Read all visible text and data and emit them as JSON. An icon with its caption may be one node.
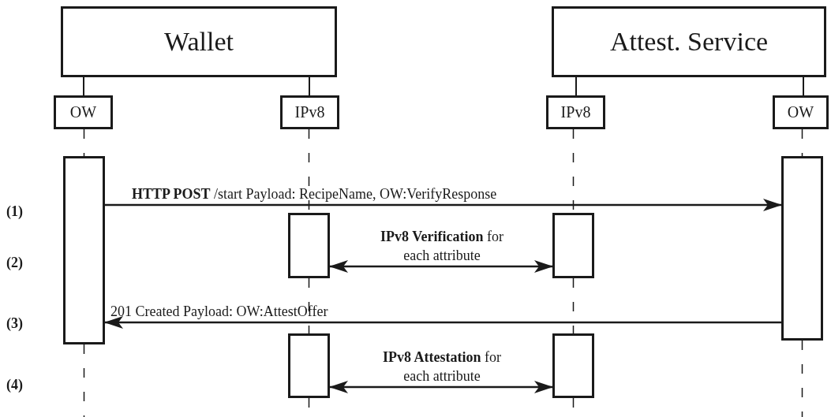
{
  "diagram": {
    "nodes": [
      {
        "text": [
          "Wallet"
        ]
      },
      {
        "text": [
          "Attest. Service"
        ]
      },
      {
        "text": [
          "OW"
        ]
      },
      {
        "text": [
          "IPv8"
        ]
      },
      {
        "text": [
          "IPv8"
        ]
      },
      {
        "text": [
          "OW"
        ]
      },
      {
        "text": [],
        "shape": "bar"
      },
      {
        "text": [],
        "shape": "bar"
      },
      {
        "text": [],
        "shape": "bar"
      },
      {
        "text": [],
        "shape": "bar"
      },
      {
        "text": [],
        "shape": "bar"
      },
      {
        "text": [],
        "shape": "bar"
      }
    ],
    "edges": [
      {
        "from": 0,
        "to": 2,
        "arrow": "none"
      },
      {
        "from": 0,
        "to": 3,
        "arrow": "none"
      },
      {
        "from": 1,
        "to": 4,
        "arrow": "none"
      },
      {
        "from": 1,
        "to": 5,
        "arrow": "none"
      },
      {
        "from": 2,
        "to": 6,
        "arrow": "none",
        "style": "dashed"
      },
      {
        "from": 3,
        "to": 7,
        "arrow": "none",
        "style": "dashed"
      },
      {
        "from": 4,
        "to": 8,
        "arrow": "none",
        "style": "dashed"
      },
      {
        "from": 5,
        "to": 9,
        "arrow": "none",
        "style": "dashed"
      },
      {
        "from": 6,
        "to": 9,
        "arrow": "to",
        "label": "**HTTP POST** /start Payload: RecipeName, OW:VerifyResponse"
      },
      {
        "from": 7,
        "to": 8,
        "arrow": "both",
        "label": "**IPv8 Verification** for each attribute"
      },
      {
        "from": 9,
        "to": 6,
        "arrow": "to",
        "label": "201 Created Payload: OW:AttestOffer"
      },
      {
        "from": 7,
        "to": 10,
        "arrow": "none",
        "style": "dashed"
      },
      {
        "from": 8,
        "to": 11,
        "arrow": "none",
        "style": "dashed"
      },
      {
        "from": 10,
        "to": 11,
        "arrow": "both",
        "label": "**IPv8 Attestation** for each attribute"
      },
      {
        "from": 6,
        "to": null,
        "arrow": "none",
        "style": "dashed"
      },
      {
        "from": 9,
        "to": null,
        "arrow": "none",
        "style": "dashed"
      },
      {
        "from": 10,
        "to": null,
        "arrow": "none",
        "style": "dashed"
      },
      {
        "from": 11,
        "to": null,
        "arrow": "none",
        "style": "dashed"
      }
    ],
    "labels": [
      "(1)",
      "(2)",
      "(3)",
      "(4)"
    ]
  }
}
